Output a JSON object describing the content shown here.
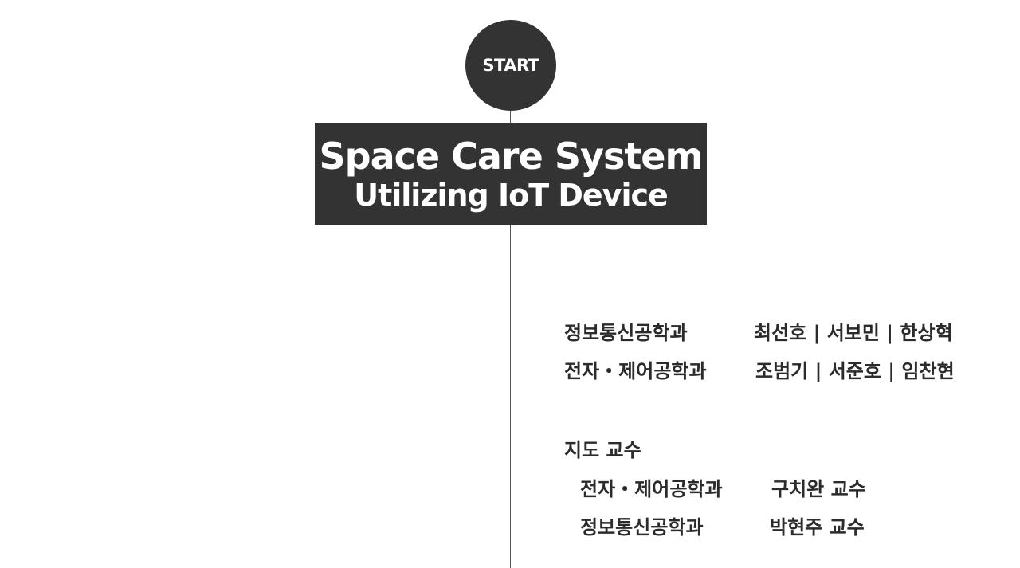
{
  "start": {
    "label": "START"
  },
  "title": {
    "line1": "Space Care System",
    "line2": "Utilizing IoT Device"
  },
  "team": [
    {
      "department": "정보통신공학과",
      "members": "최선호 | 서보민 | 한상혁"
    },
    {
      "department": "전자・제어공학과",
      "members": "조범기 | 서준호 | 임찬현"
    }
  ],
  "advisors": {
    "heading": "지도 교수",
    "items": [
      {
        "department": "전자・제어공학과",
        "name": "구치완 교수"
      },
      {
        "department": "정보통신공학과",
        "name": "박현주 교수"
      }
    ]
  }
}
